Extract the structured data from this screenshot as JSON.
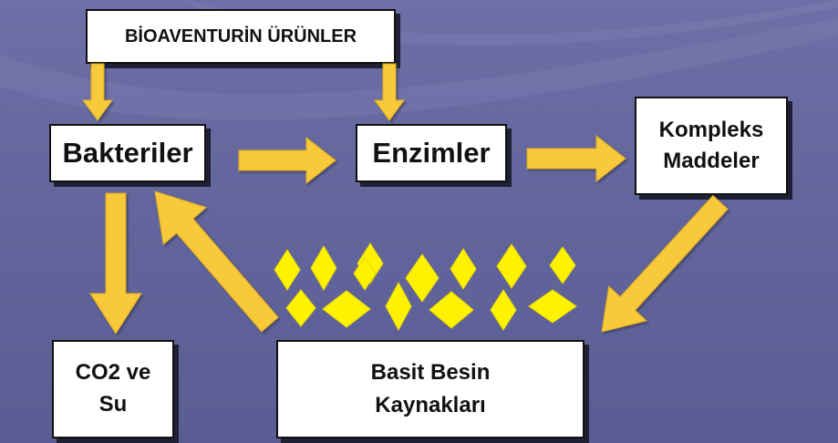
{
  "nodes": {
    "bioaventurin": "BİOAVENTURİN ÜRÜNLER",
    "bakteriler": "Bakteriler",
    "enzimler": "Enzimler",
    "kompleks_line1": "Kompleks",
    "kompleks_line2": "Maddeler",
    "co2_line1": "CO2 ve",
    "co2_line2": "Su",
    "basit_line1": "Basit Besin",
    "basit_line2": "Kaynakları"
  },
  "colors": {
    "arrow": "#f7c93a",
    "diamond": "#fff200",
    "box_fill": "#ffffff",
    "background": "#6466a0"
  }
}
